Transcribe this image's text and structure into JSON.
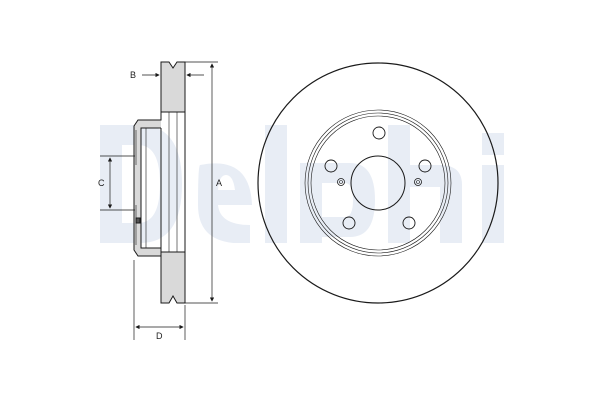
{
  "diagram": {
    "type": "brake-disc-technical-drawing",
    "watermark": {
      "text": "Delphi",
      "color": "#e8edf5"
    },
    "colors": {
      "line": "#1a1a1a",
      "section_fill": "#d9d9d9",
      "thin_line": "#555555"
    },
    "dimensions": {
      "A": {
        "label": "A",
        "meaning": "outer diameter"
      },
      "B": {
        "label": "B",
        "meaning": "disc thickness"
      },
      "C": {
        "label": "C",
        "meaning": "centering diameter"
      },
      "D": {
        "label": "D",
        "meaning": "overall height"
      }
    },
    "front_view": {
      "bolt_holes": 5,
      "small_holes": 2,
      "concentric_rings": 3
    }
  }
}
